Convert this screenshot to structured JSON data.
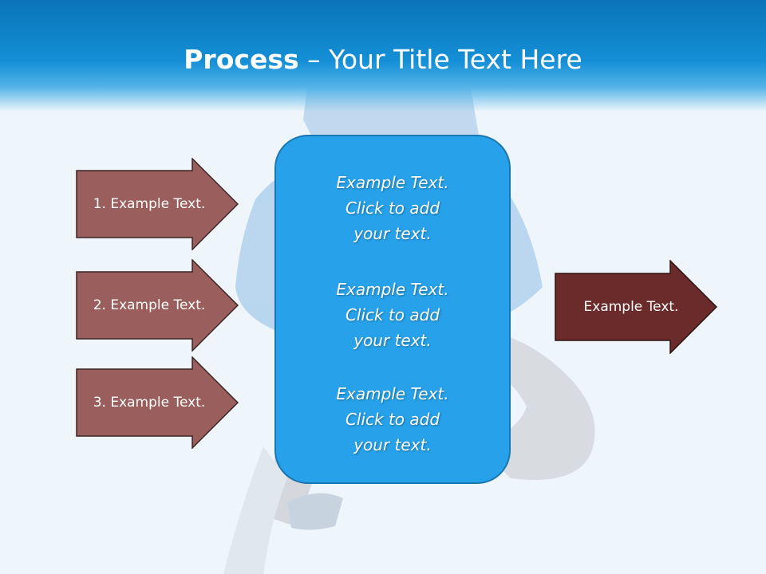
{
  "title": {
    "bold": "Process",
    "dash": " – ",
    "rest": "Your Title Text Here"
  },
  "inputs": [
    {
      "label": "1. Example Text."
    },
    {
      "label": "2. Example Text."
    },
    {
      "label": "3. Example Text."
    }
  ],
  "center": [
    {
      "line1": "Example Text.",
      "line2": "Click  to add",
      "line3": "your text."
    },
    {
      "line1": "Example Text.",
      "line2": "Click  to add",
      "line3": "your text."
    },
    {
      "line1": "Example Text.",
      "line2": "Click  to add",
      "line3": "your text."
    }
  ],
  "output": {
    "label": "Example Text."
  },
  "colors": {
    "title_band": "#148fd6",
    "input_arrow": "#9a5f5d",
    "output_arrow": "#6b2b2a",
    "center_box": "#27a2ea"
  }
}
